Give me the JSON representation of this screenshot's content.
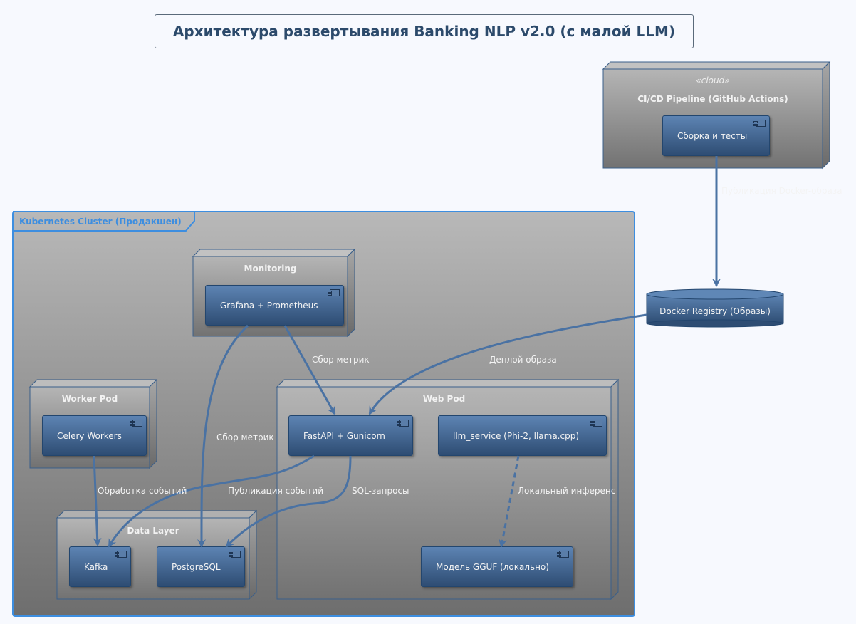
{
  "title": "Архитектура развертывания Banking NLP v2.0 (с малой LLM)",
  "cicd": {
    "stereotype": "«cloud»",
    "label": "CI/CD Pipeline (GitHub Actions)",
    "component": "Сборка и тесты"
  },
  "registry": {
    "label": "Docker Registry (Образы)"
  },
  "cluster": {
    "label": "Kubernetes Cluster (Продакшен)"
  },
  "monitoring": {
    "label": "Monitoring",
    "component": "Grafana + Prometheus"
  },
  "worker_pod": {
    "label": "Worker Pod",
    "component": "Celery Workers"
  },
  "web_pod": {
    "label": "Web Pod",
    "fastapi": "FastAPI + Gunicorn",
    "llm_service": "llm_service (Phi-2, llama.cpp)",
    "model": "Модель GGUF (локально)"
  },
  "data_layer": {
    "label": "Data Layer",
    "kafka": "Kafka",
    "postgres": "PostgreSQL"
  },
  "edges": {
    "publish_image": "Публикация Docker-образа",
    "deploy_image": "Деплой образа",
    "metrics_web": "Сбор метрик",
    "metrics_db": "Сбор метрик",
    "process_events": "Обработка событий",
    "publish_events": "Публикация событий",
    "sql_queries": "SQL-запросы",
    "local_inference": "Локальный инференс"
  },
  "colors": {
    "background": "#f7f9fe",
    "accent": "#3d8ee0",
    "component_top": "#5d84b3",
    "component_bottom": "#2e4d73",
    "edge": "#4a72a3",
    "title_text": "#2c4a6b"
  }
}
